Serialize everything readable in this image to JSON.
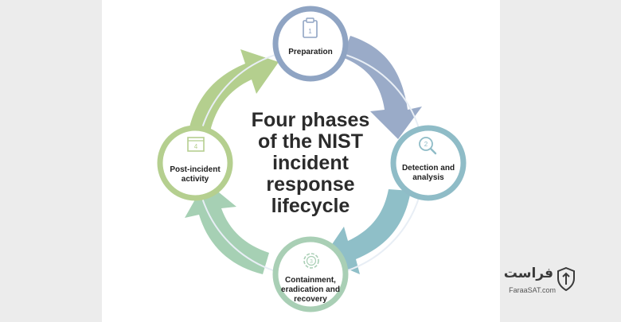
{
  "center_title_lines": [
    "Four phases",
    "of the NIST",
    "incident",
    "response",
    "lifecycle"
  ],
  "phases": [
    {
      "number": "1",
      "label_lines": [
        "Preparation"
      ],
      "icon": "clipboard-icon",
      "color": "#8fa4c3"
    },
    {
      "number": "2",
      "label_lines": [
        "Detection and",
        "analysis"
      ],
      "icon": "magnifier-icon",
      "color": "#8fbcc7"
    },
    {
      "number": "3",
      "label_lines": [
        "Containment,",
        "eradication and",
        "recovery"
      ],
      "icon": "target-icon",
      "color": "#a9cfb5"
    },
    {
      "number": "4",
      "label_lines": [
        "Post-incident",
        "activity"
      ],
      "icon": "book-icon",
      "color": "#b5cf8f"
    }
  ],
  "brand": {
    "persian_name": "فراست",
    "site": "FaraaSAT.com"
  }
}
